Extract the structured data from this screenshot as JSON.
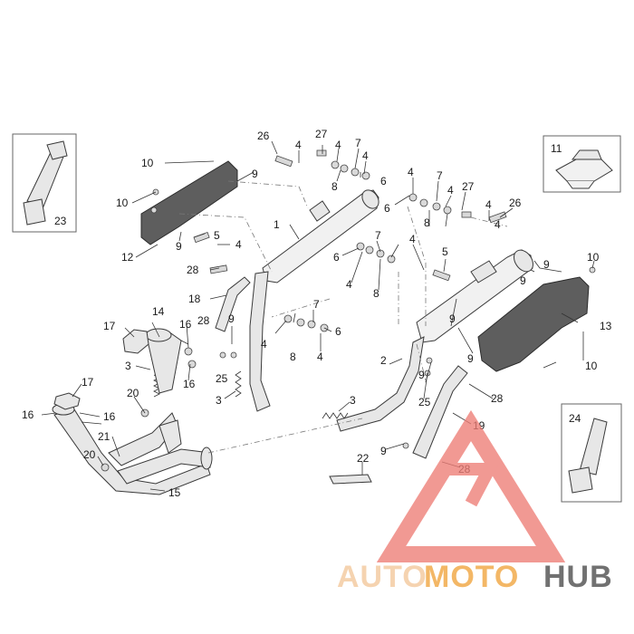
{
  "diagram": {
    "callouts": {
      "c1": "1",
      "c2": "2",
      "c3a": "3",
      "c3b": "3",
      "c3c": "3",
      "c4a": "4",
      "c4b": "4",
      "c4c": "4",
      "c4d": "4",
      "c4e": "4",
      "c4f": "4",
      "c4g": "4",
      "c4h": "4",
      "c4i": "4",
      "c4j": "4",
      "c4k": "4",
      "c4l": "4",
      "c5a": "5",
      "c5b": "5",
      "c6a": "6",
      "c6b": "6",
      "c6c": "6",
      "c6d": "6",
      "c7a": "7",
      "c7b": "7",
      "c7c": "7",
      "c7d": "7",
      "c8a": "8",
      "c8b": "8",
      "c8c": "8",
      "c8d": "8",
      "c9a": "9",
      "c9b": "9",
      "c9c": "9",
      "c9d": "9",
      "c9e": "9",
      "c9f": "9",
      "c9g": "9",
      "c9h": "9",
      "c9i": "9",
      "c10a": "10",
      "c10b": "10",
      "c10c": "10",
      "c10d": "10",
      "c11": "11",
      "c12": "12",
      "c13": "13",
      "c14": "14",
      "c15": "15",
      "c16a": "16",
      "c16b": "16",
      "c16c": "16",
      "c16d": "16",
      "c17a": "17",
      "c17b": "17",
      "c18": "18",
      "c19": "19",
      "c20a": "20",
      "c20b": "20",
      "c21": "21",
      "c22": "22",
      "c23": "23",
      "c24": "24",
      "c25a": "25",
      "c25b": "25",
      "c26a": "26",
      "c26b": "26",
      "c27a": "27",
      "c27b": "27",
      "c28a": "28",
      "c28b": "28",
      "c28c": "28",
      "c28d": "28"
    }
  },
  "watermark": {
    "part1": "AUTO",
    "part2": "MOTO",
    "part3": "HUB",
    "colors": {
      "light": "#f3c79b",
      "orange": "#f0a43c",
      "hub": "#4a4a4a",
      "triangle": "#ee7d76"
    }
  }
}
